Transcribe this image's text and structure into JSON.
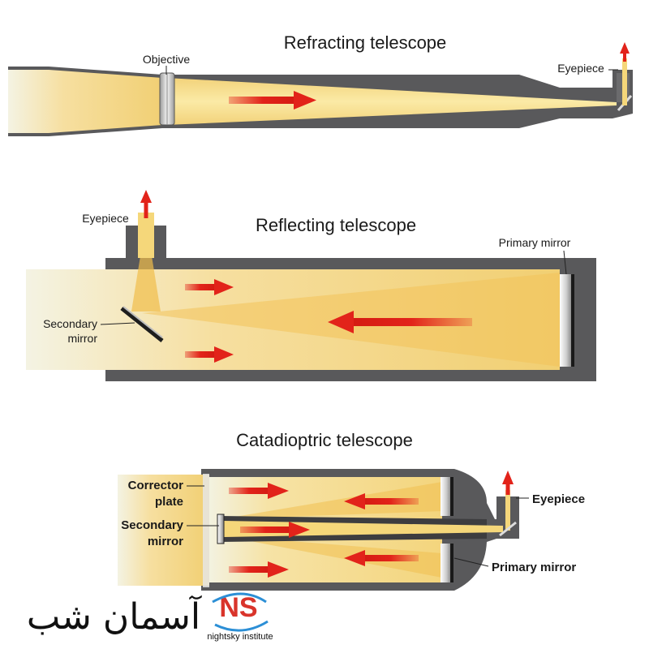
{
  "refracting": {
    "title": "Refracting telescope",
    "objective_label": "Objective",
    "eyepiece_label": "Eyepiece"
  },
  "reflecting": {
    "title": "Reflecting telescope",
    "eyepiece_label": "Eyepiece",
    "primary_mirror_label": "Primary mirror",
    "secondary_mirror_line1": "Secondary",
    "secondary_mirror_line2": "mirror"
  },
  "catadioptric": {
    "title": "Catadioptric telescope",
    "corrector_line1": "Corrector",
    "corrector_line2": "plate",
    "secondary_line1": "Secondary",
    "secondary_line2": "mirror",
    "eyepiece_label": "Eyepiece",
    "primary_mirror_label": "Primary mirror"
  },
  "logo": {
    "persian_text": "آسمان شب",
    "english_text": "nightsky institute",
    "mark_text": "NS"
  },
  "colors": {
    "tube": "#5a5a5c",
    "light": "#f5d77a",
    "arrow": "#e2231a"
  }
}
